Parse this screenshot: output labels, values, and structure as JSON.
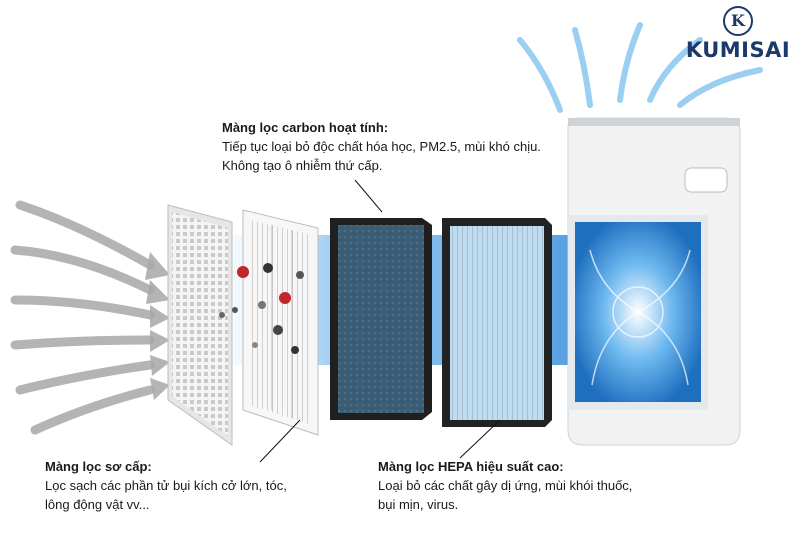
{
  "brand": {
    "badge_letter": "K",
    "name": "KUMISAI",
    "color": "#1b3a6b"
  },
  "captions": {
    "carbon": {
      "title": "Màng lọc carbon hoạt tính:",
      "line1": "Tiếp tục loại bỏ độc chất hóa học,  PM2.5, mùi khó chịu.",
      "line2": "Không tạo ô nhiễm thứ cấp."
    },
    "prefilter": {
      "title": "Màng lọc sơ cấp:",
      "line1": "Lọc sạch các phần tử bụi kích cở lớn, tóc,",
      "line2": "lông động vật vv..."
    },
    "hepa": {
      "title": "Màng lọc HEPA hiệu suất cao:",
      "line1": "Loại bỏ các chất gây dị ứng, mùi khói thuốc,",
      "line2": "bụi mịn, virus."
    }
  },
  "colors": {
    "airflow_in": "#9a9a9a",
    "airflow_out": "#4aa8e8",
    "carbon_filter": "#2b2b2b",
    "device": "#f2f2f2"
  }
}
